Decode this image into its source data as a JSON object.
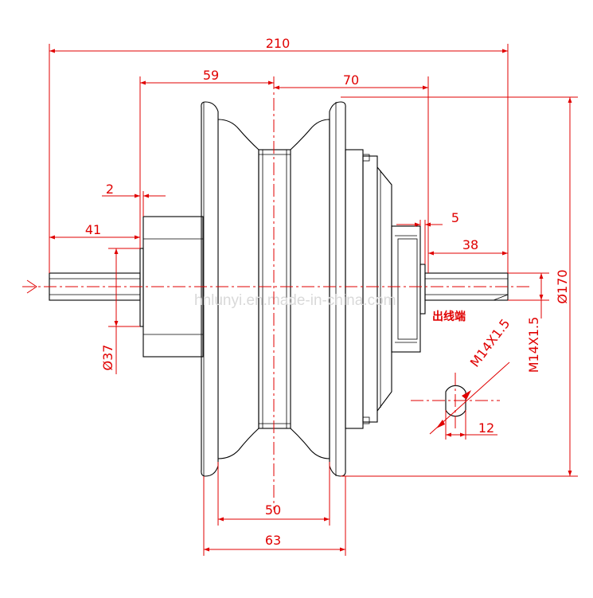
{
  "dimensions": {
    "overall_length": "210",
    "left_to_center": "59",
    "center_to_right": "70",
    "flange_gap": "2",
    "left_axle_length": "41",
    "right_step": "5",
    "right_axle_length": "38",
    "bearing_diameter": "Ø37",
    "hub_diameter": "Ø170",
    "rim_inner_width": "50",
    "rim_outer_width": "63",
    "thread_diagonal": "M14X1.5",
    "thread_vertical": "M14X1.5",
    "flat_width": "12"
  },
  "labels": {
    "cable_outlet": "出线端",
    "watermark": "hnlunyi.en.made-in-china.com"
  },
  "colors": {
    "dimension": "#e00000",
    "outline": "#000000",
    "watermark": "#d9d9d9"
  }
}
